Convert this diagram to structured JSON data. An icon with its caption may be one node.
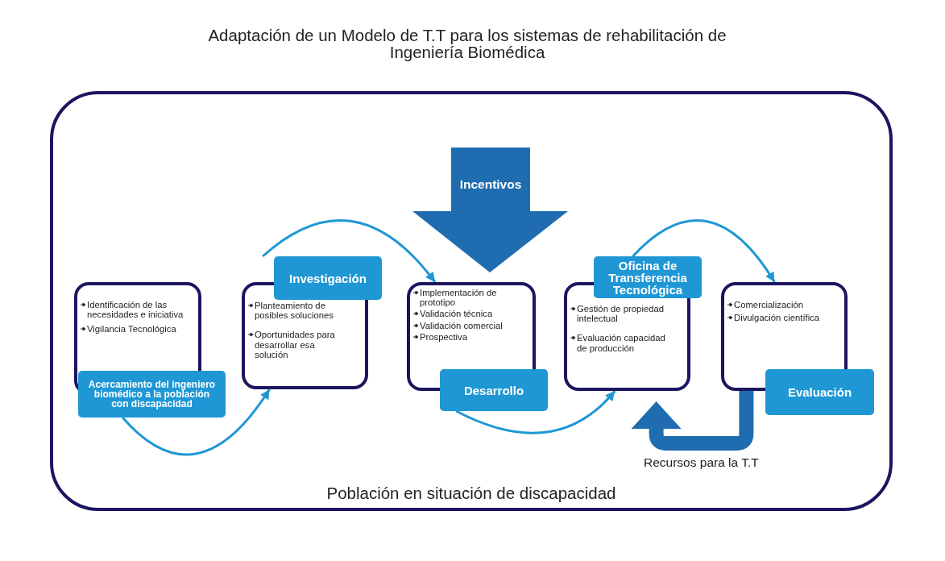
{
  "diagram": {
    "title": "Adaptación de un Modelo de T.T para los sistemas de rehabilitación de Ingeniería Biomédica",
    "nodes": [
      {
        "text": [
          "Población en situación de discapacidad"
        ]
      },
      {
        "text": [
          "Incentivos"
        ],
        "in": 0
      },
      {
        "text": [
          "Identificación de las necesidades e iniciativa",
          "Vigilancia Tecnológica",
          "Acercamiento del ingeniero biomédico a la población con discapacidad"
        ],
        "in": 0
      },
      {
        "text": [
          "Investigación",
          "Planteamiento de posibles soluciones",
          "Oportunidades para desarrollar esa solución"
        ],
        "in": 0
      },
      {
        "text": [
          "Implementación de prototipo",
          "Validación técnica",
          "Validación comercial",
          "Prospectiva",
          "Desarrollo"
        ],
        "in": 0
      },
      {
        "text": [
          "Oficina de Transferencia Tecnológica",
          "Gestión de propiedad intelectual",
          "Evaluación capacidad de producción"
        ],
        "in": 0
      },
      {
        "text": [
          "Comercialización",
          "Divulgación científica",
          "Evaluación"
        ],
        "in": 0
      }
    ],
    "edges": [
      {
        "from": 2,
        "to": 3,
        "arrow": "to"
      },
      {
        "from": 3,
        "to": 4,
        "arrow": "to"
      },
      {
        "from": 4,
        "to": 5,
        "arrow": "to"
      },
      {
        "from": 5,
        "to": 6,
        "arrow": "to"
      },
      {
        "from": 6,
        "to": 5,
        "arrow": "to",
        "label": "Recursos para la T.T",
        "style": "thick",
        "color": "#1f6db0"
      }
    ]
  }
}
